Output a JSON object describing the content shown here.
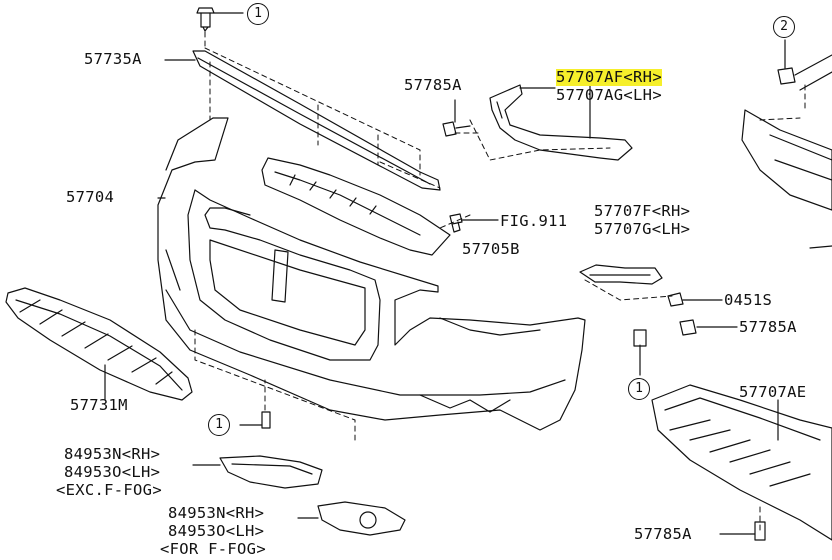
{
  "diagram": {
    "parts": {
      "p57735A": "57735A",
      "p57704": "57704",
      "p57731M": "57731M",
      "p57785A_top": "57785A",
      "p57707AF": "57707AF<RH>",
      "p57707AG": "57707AG<LH>",
      "fig911": "FIG.911",
      "p57705B": "57705B",
      "p57707F": "57707F<RH>",
      "p57707G": "57707G<LH>",
      "p0451S": "0451S",
      "p57785A_mid": "57785A",
      "p57707AE": "57707AE",
      "p57785A_bot": "57785A",
      "p84953N_a": "84953N<RH>",
      "p84953O_a": "84953O<LH>",
      "exc_ffog": "<EXC.F-FOG>",
      "p84953N_b": "84953N<RH>",
      "p84953O_b": "84953O<LH>",
      "for_ffog": "<FOR F-FOG>"
    },
    "callouts": {
      "c1_top": "1",
      "c2_right": "2",
      "c1_left": "1",
      "c1_mid": "1"
    },
    "highlight_color": "#f6ef2b"
  }
}
